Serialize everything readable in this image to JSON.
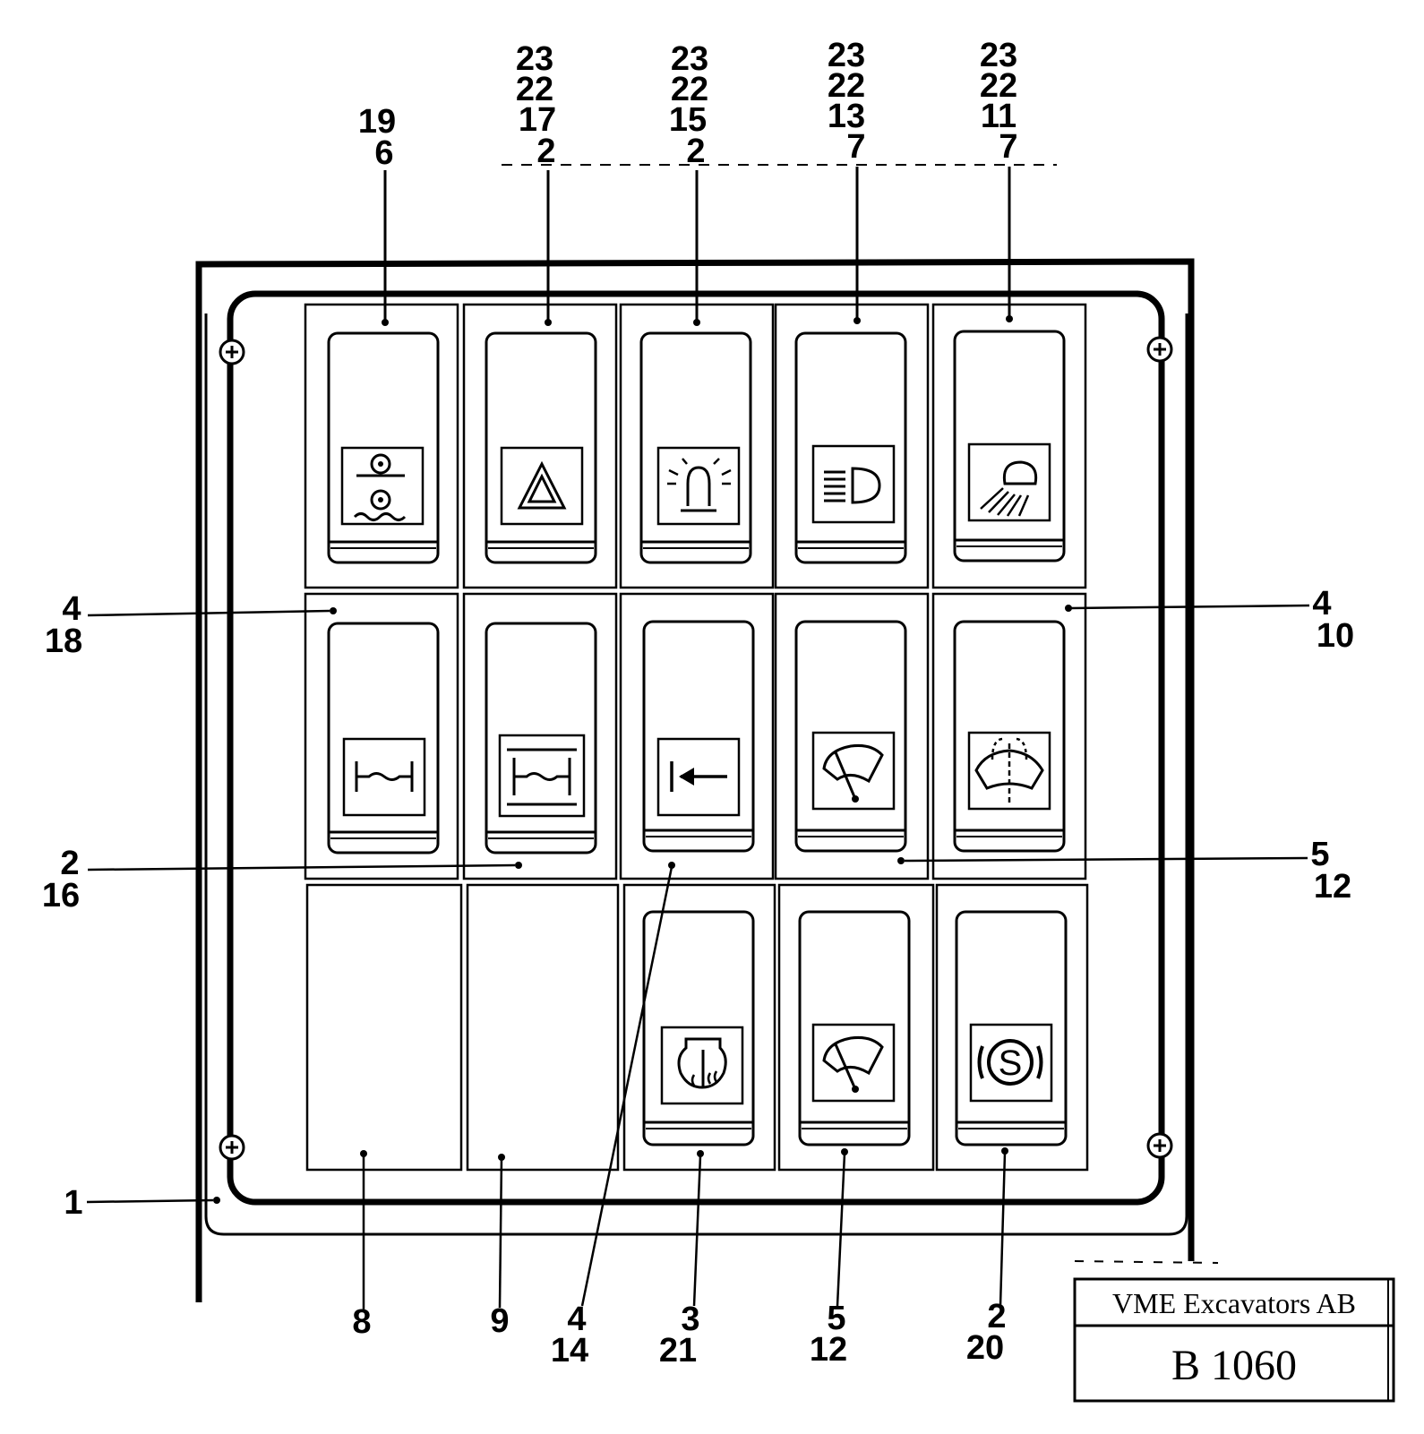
{
  "callouts": {
    "top": [
      [
        "19",
        "6"
      ],
      [
        "23",
        "22",
        "17",
        "2"
      ],
      [
        "23",
        "22",
        "15",
        "2"
      ],
      [
        "23",
        "22",
        "13",
        "7"
      ],
      [
        "23",
        "22",
        "11",
        "7"
      ]
    ],
    "left_a": [
      "4",
      "18"
    ],
    "right_a": [
      "4",
      "10"
    ],
    "left_b": [
      "2",
      "16"
    ],
    "right_b": [
      "5",
      "12"
    ],
    "left_c": [
      "1"
    ],
    "bottom": [
      [
        "8"
      ],
      [
        "9"
      ],
      [
        "4",
        "14"
      ],
      [
        "3",
        "21"
      ],
      [
        "5",
        "12"
      ],
      [
        "2",
        "20"
      ]
    ]
  },
  "switch_icons": [
    [
      "track-rollers-icon",
      "hazard-triangle-icon",
      "rotating-beacon-icon",
      "headlight-icon",
      "work-light-icon"
    ],
    [
      "axle-lock-icon",
      "axle-frame-icon",
      "arrow-left-icon",
      "wiper-icon",
      "washer-wiper-icon"
    ],
    [
      "blank",
      "blank",
      "heater-icon",
      "wiper-icon",
      "parking-brake-icon"
    ]
  ],
  "title_block": {
    "company": "VME Excavators AB",
    "code": "B 1060"
  }
}
